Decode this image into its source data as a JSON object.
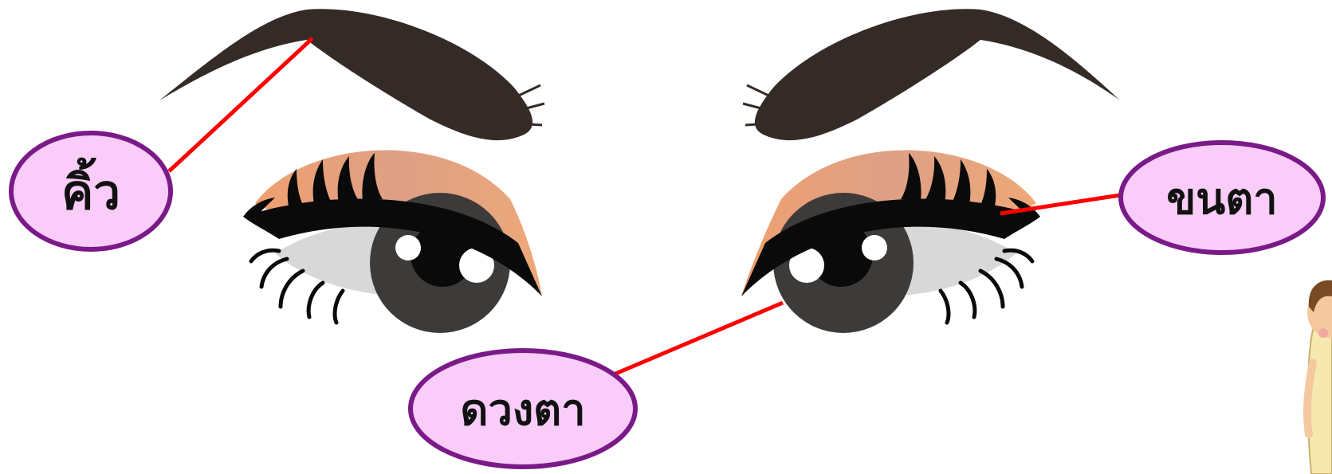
{
  "labels": {
    "eyebrow": "คิ้ว",
    "eyelash": "ขนตา",
    "eyeball": "ดวงตา"
  },
  "colors": {
    "label_fill": "#f9ccf9",
    "label_border": "#7a1a88",
    "leader_line": "#ff0000",
    "eyebrow": "#352b26",
    "eyeshadow": "#e8a07a",
    "iris": "#3d3b3a",
    "pupil": "#0a0a0a",
    "lash": "#0a0a0a"
  },
  "icons": {
    "corner_figure": "child-figure-icon"
  }
}
